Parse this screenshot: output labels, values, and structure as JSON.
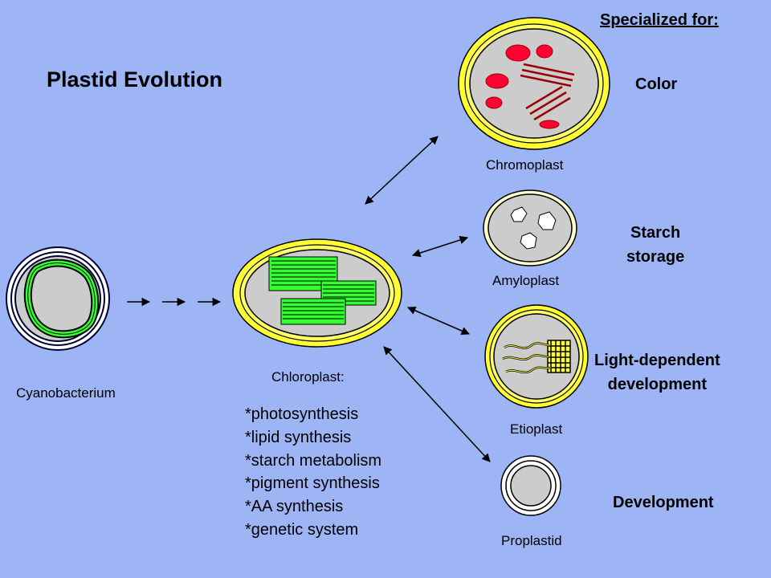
{
  "title": "Plastid Evolution",
  "header": "Specialized for:",
  "labels": {
    "cyanobacterium": "Cyanobacterium",
    "chloroplast": "Chloroplast:",
    "chromoplast": "Chromoplast",
    "amyloplast": "Amyloplast",
    "etioplast": "Etioplast",
    "proplastid": "Proplastid"
  },
  "specializations": {
    "color": "Color",
    "starch_line1": "Starch",
    "starch_line2": "storage",
    "light_line1": "Light-dependent",
    "light_line2": "development",
    "development": "Development"
  },
  "chloroplast_functions": [
    "*photosynthesis",
    "*lipid synthesis",
    "*starch metabolism",
    "*pigment synthesis",
    "*AA  synthesis",
    "*genetic system"
  ],
  "colors": {
    "background": "#9db4f5",
    "membrane_yellow": "#ffff33",
    "thylakoid_green": "#33ff33",
    "pigment_red": "#ff0033",
    "stroma_gray": "#cccccc"
  }
}
